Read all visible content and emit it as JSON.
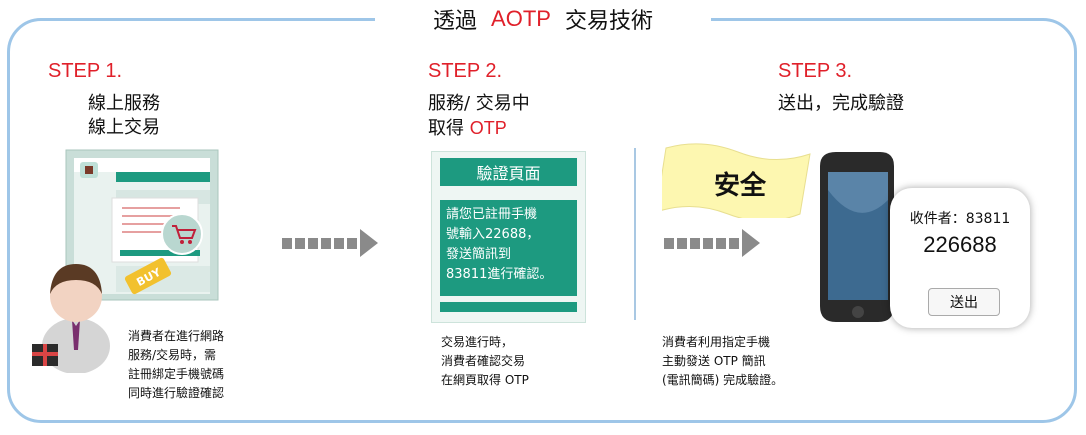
{
  "title": {
    "prefix": "透過",
    "highlight": "AOTP",
    "suffix": "交易技術"
  },
  "step1": {
    "heading": "STEP 1.",
    "lines": [
      "線上服務",
      "線上交易"
    ],
    "note": [
      "消費者在進行網路",
      "服務/交易時，需",
      "註冊綁定手機號碼",
      "同時進行驗證確認"
    ],
    "badge": "BUY"
  },
  "step2": {
    "heading": "STEP 2.",
    "line1": "服務/  交易中",
    "line2_prefix": "取得 ",
    "line2_highlight": "OTP",
    "verify_title": "驗證頁面",
    "verify_body": [
      "請您已註冊手機",
      "號輸入22688，",
      "發送簡訊到",
      "83811進行確認。"
    ],
    "note": [
      "交易進行時，",
      "消費者確認交易",
      "在網頁取得 OTP"
    ]
  },
  "step3": {
    "heading": "STEP 3.",
    "line": "送出，完成驗證",
    "flag": "安全",
    "receiver": "收件者：83811",
    "code": "226688",
    "send": "送出",
    "note": [
      "消費者利用指定手機",
      "主動發送 OTP 簡訊",
      "(電訊簡碼) 完成驗證。"
    ]
  },
  "colors": {
    "accent_red": "#e0202a",
    "teal": "#1d9a80",
    "frame_blue": "#9ec6e8",
    "flag_yellow": "#fdf7b0"
  }
}
